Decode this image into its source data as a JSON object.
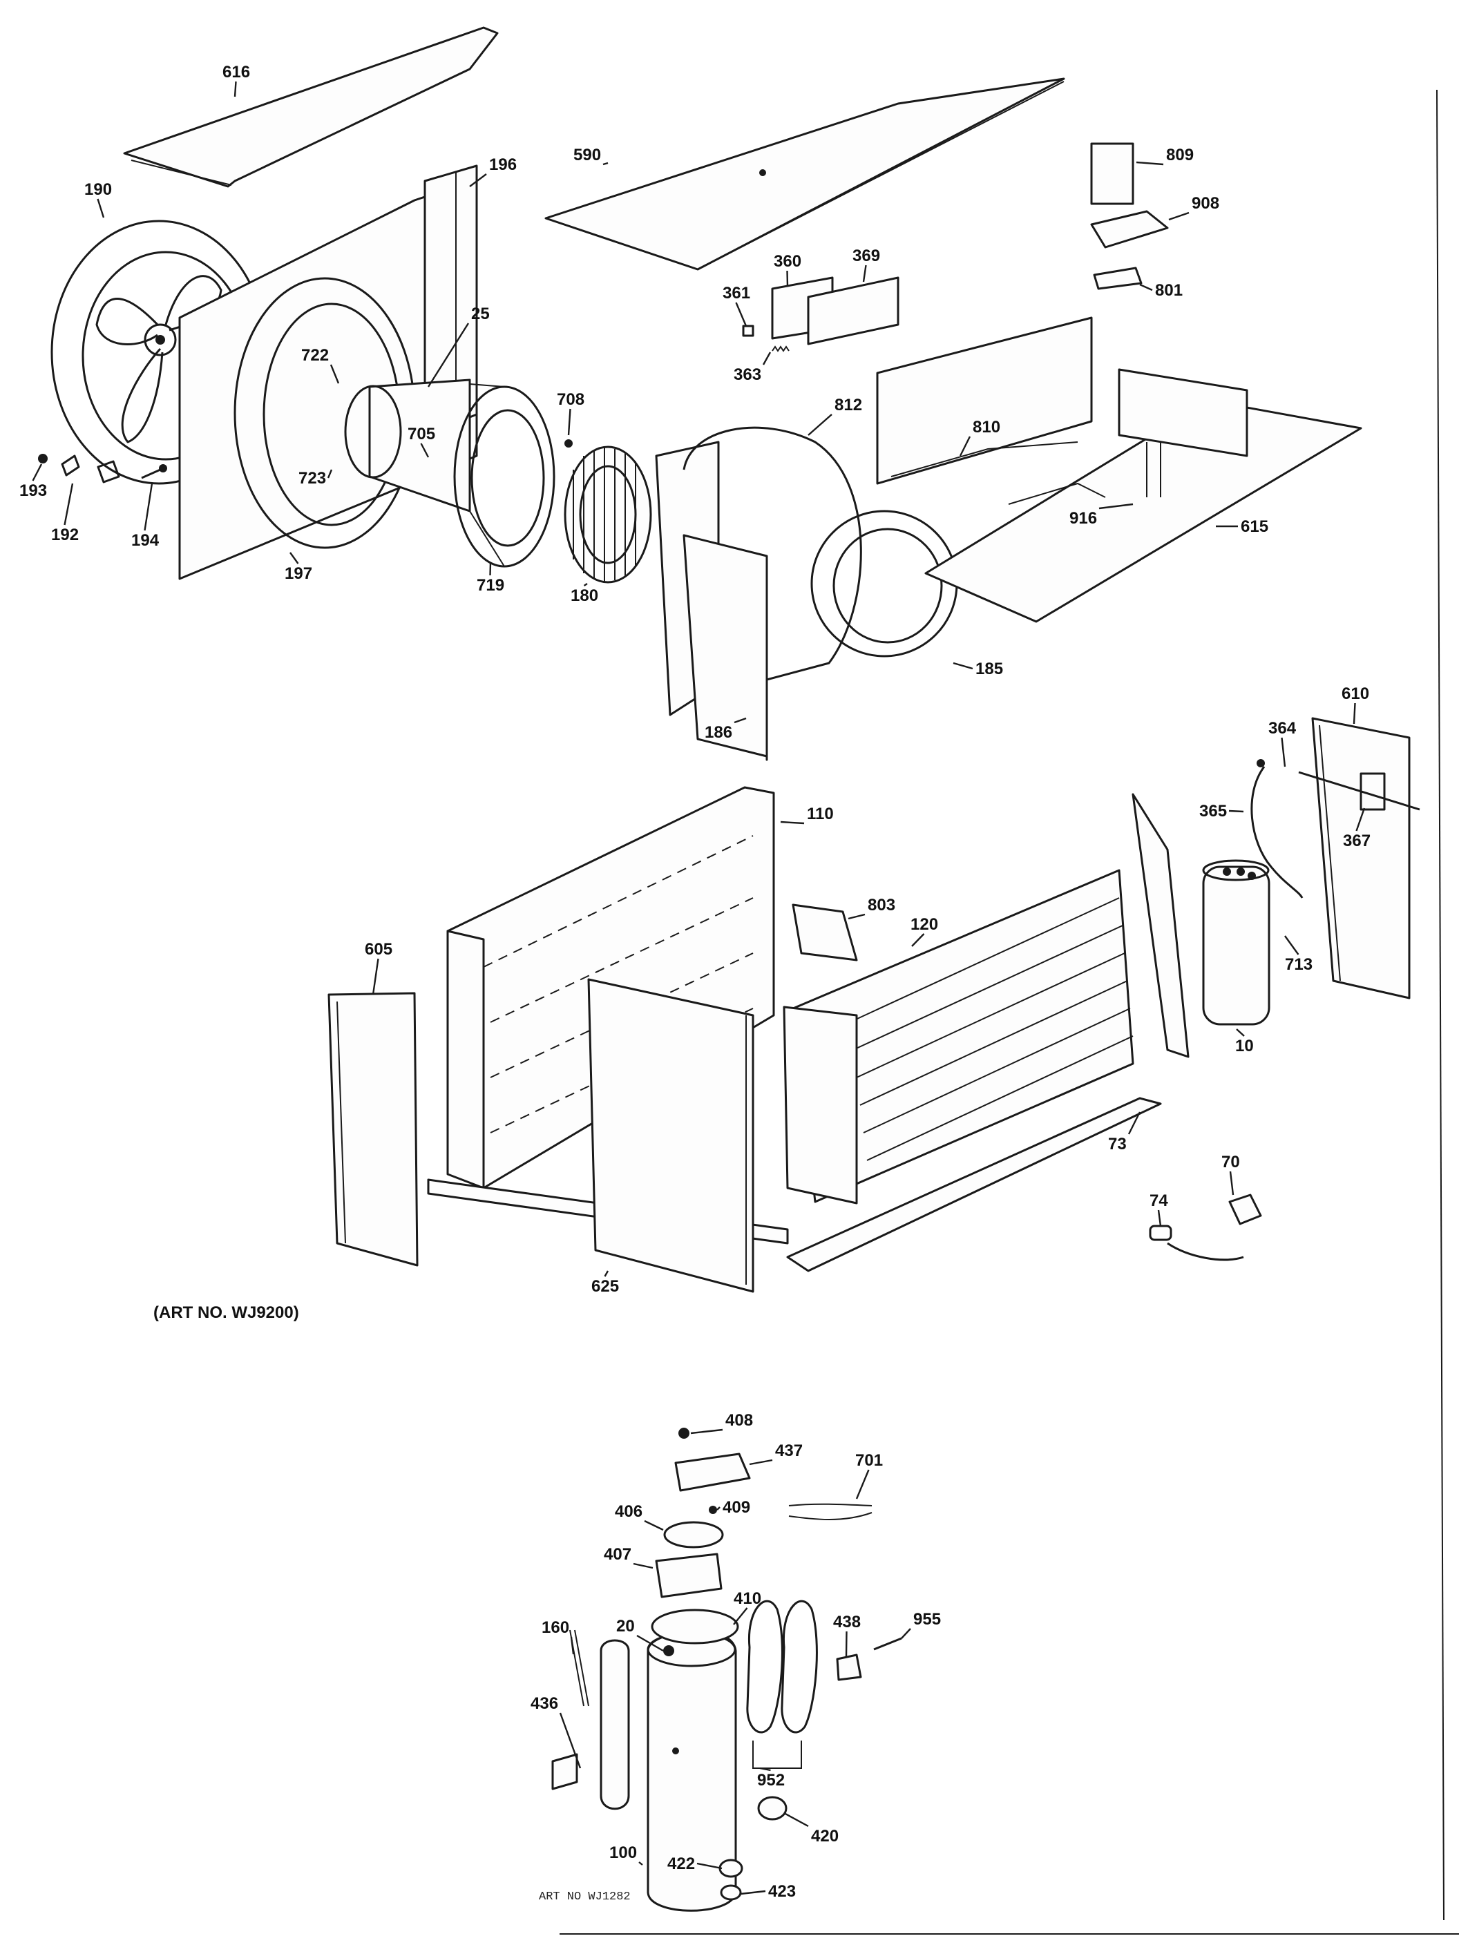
{
  "diagram": {
    "part_labels": [
      "616",
      "590",
      "196",
      "190",
      "809",
      "908",
      "801",
      "360",
      "369",
      "361",
      "363",
      "25",
      "722",
      "708",
      "705",
      "812",
      "810",
      "193",
      "723",
      "192",
      "194",
      "197",
      "719",
      "180",
      "916",
      "615",
      "185",
      "186",
      "610",
      "364",
      "365",
      "367",
      "110",
      "803",
      "120",
      "605",
      "713",
      "10",
      "73",
      "70",
      "74",
      "625",
      "408",
      "437",
      "701",
      "406",
      "409",
      "407",
      "410",
      "160",
      "20",
      "438",
      "955",
      "436",
      "952",
      "420",
      "100",
      "422",
      "423"
    ],
    "captions": {
      "main_art": "(ART NO. WJ9200)",
      "compressor_art": "ART NO  WJ1282"
    }
  }
}
